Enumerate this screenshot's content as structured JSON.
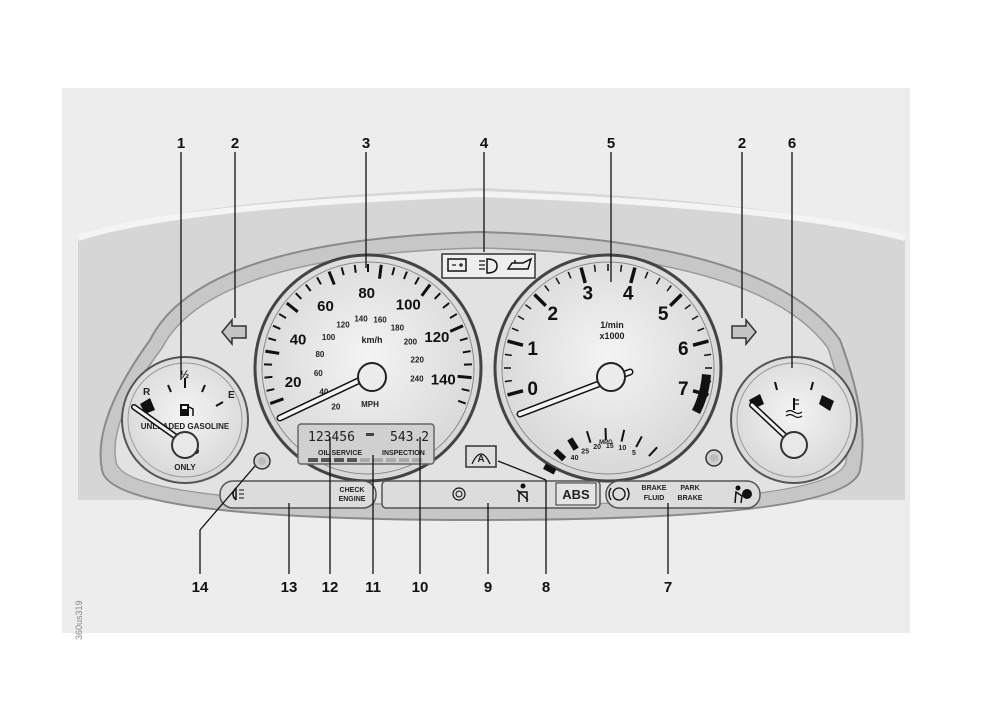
{
  "callouts": {
    "fuel_gauge": "1",
    "turn_left": "2",
    "speedometer": "3",
    "warning_top": "4",
    "tachometer": "5",
    "turn_right": "2",
    "temp_gauge": "6",
    "brake_park_airbag": "7",
    "asc": "8",
    "center_panel": "9",
    "trip_display": "10",
    "service_indicator": "11",
    "odometer": "12",
    "check_engine_panel": "13",
    "reset_knob": "14"
  },
  "fuel": {
    "half": "½",
    "r_mark": "R",
    "e_mark": "E",
    "line1": "UNLEADED GASOLINE",
    "line2": "ONLY"
  },
  "speedo": {
    "mph": [
      "20",
      "40",
      "60",
      "80",
      "100",
      "120",
      "140"
    ],
    "kmh": [
      "20",
      "40",
      "60",
      "80",
      "100",
      "120",
      "140",
      "160",
      "180",
      "200",
      "220",
      "240"
    ],
    "unit_kmh": "km/h",
    "unit_mph": "MPH"
  },
  "tacho": {
    "nums": [
      "0",
      "1",
      "2",
      "3",
      "4",
      "5",
      "6",
      "7"
    ],
    "unit1": "1/min",
    "unit2": "x1000",
    "mpg_label": "MPG",
    "mpg_nums": [
      "40",
      "25",
      "20",
      "15",
      "10",
      "5"
    ]
  },
  "lcd": {
    "odometer": "123456",
    "trip": "543.2",
    "service": "OIL SERVICE",
    "inspection": "INSPECTION"
  },
  "lights": {
    "check1": "CHECK",
    "check2": "ENGINE",
    "abs": "ABS",
    "brake_fluid1": "BRAKE",
    "brake_fluid2": "FLUID",
    "park_brake1": "PARK",
    "park_brake2": "BRAKE"
  },
  "image_id": "360us319"
}
